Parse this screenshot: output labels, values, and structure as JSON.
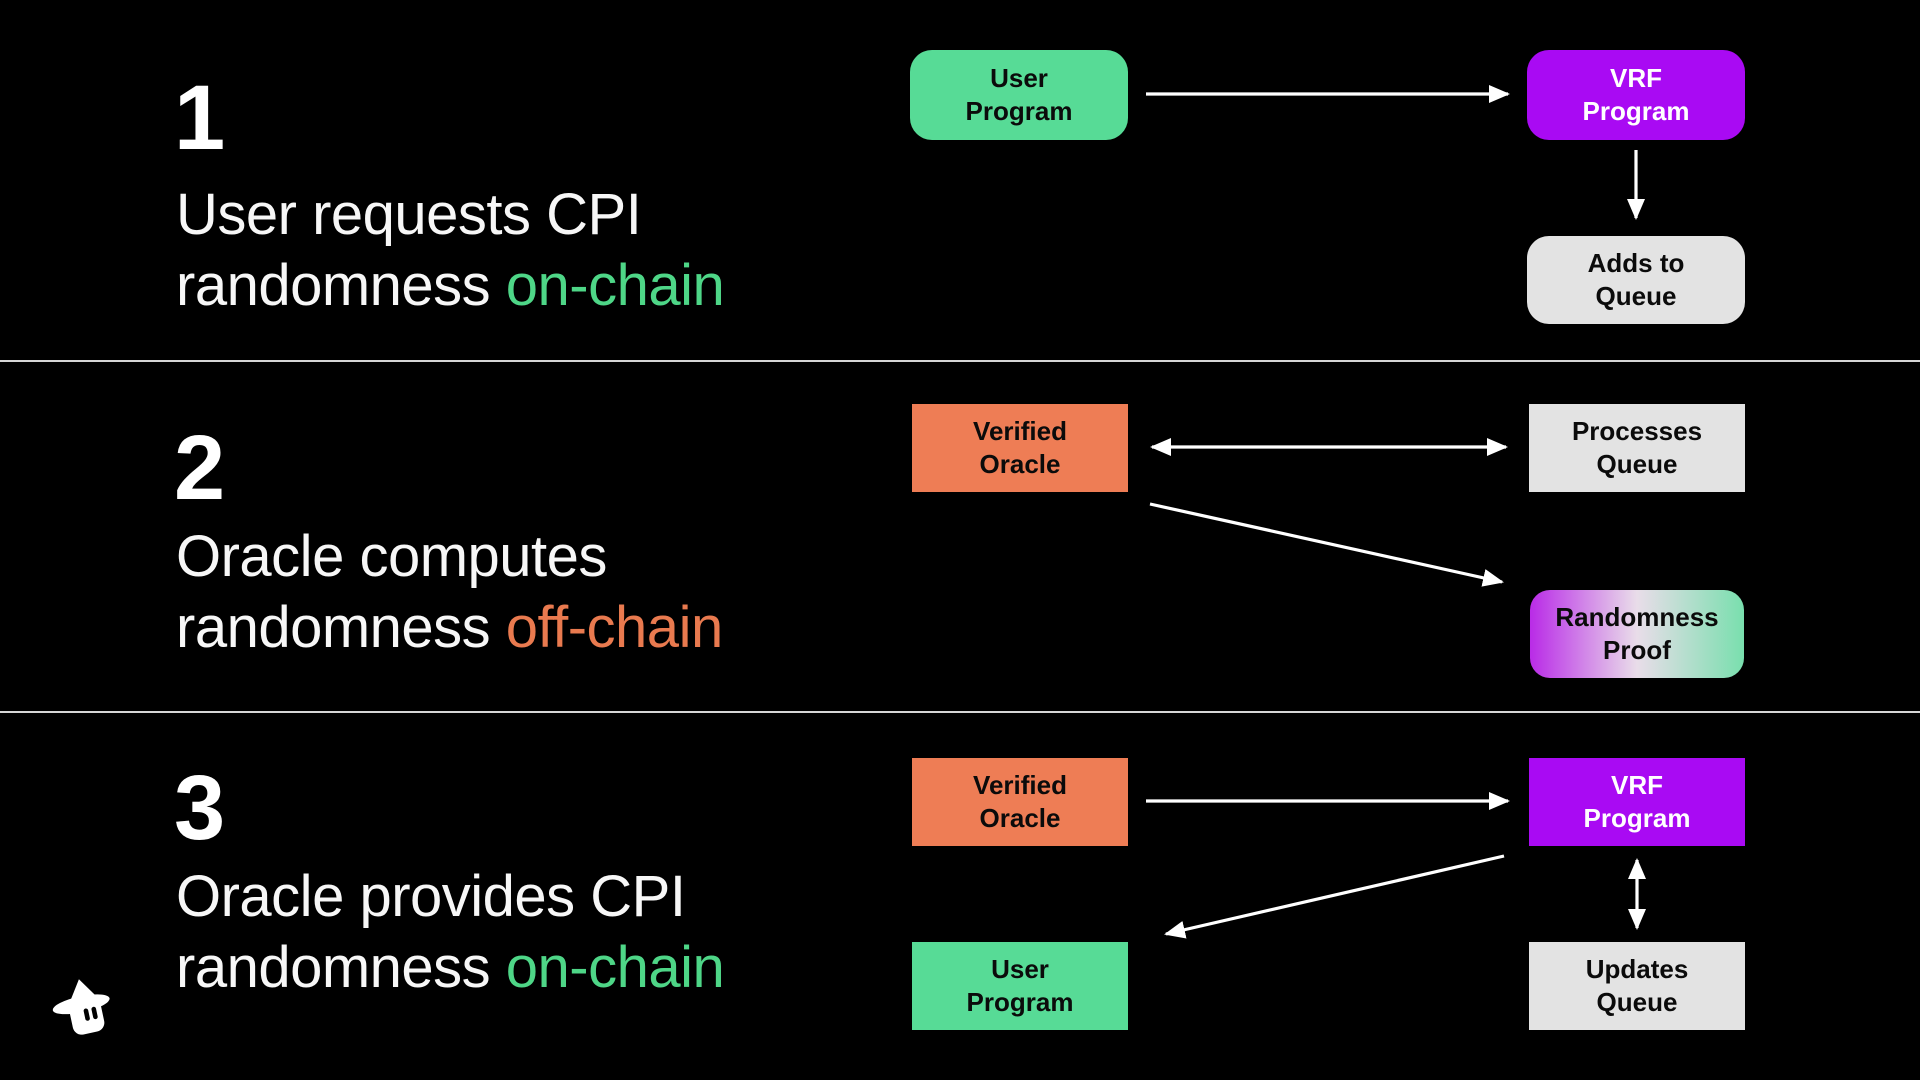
{
  "colors": {
    "background": "#000000",
    "divider": "#d6d6d6",
    "green": "#57db96",
    "purple": "#a90af3",
    "orange": "#ee7d55",
    "gray": "#e3e3e3",
    "gradient_left": "#b92be7",
    "gradient_mid": "#e9dde9",
    "gradient_right": "#79dfae",
    "highlight_green": "#4ed687",
    "highlight_orange": "#e97a4f",
    "arrow": "#ffffff"
  },
  "steps": [
    {
      "number": "1",
      "line1": "User requests CPI",
      "line2_prefix": "randomness ",
      "highlight": "on-chain",
      "highlight_color": "#4ed687"
    },
    {
      "number": "2",
      "line1": "Oracle computes",
      "line2_prefix": "randomness ",
      "highlight": "off-chain",
      "highlight_color": "#e97a4f"
    },
    {
      "number": "3",
      "line1": "Oracle provides CPI",
      "line2_prefix": "randomness ",
      "highlight": "on-chain",
      "highlight_color": "#4ed687"
    }
  ],
  "diagram": {
    "s1": {
      "user_program": "User\nProgram",
      "vrf_program": "VRF\nProgram",
      "adds_queue": "Adds to\nQueue"
    },
    "s2": {
      "verified_oracle": "Verified\nOracle",
      "processes_queue": "Processes\nQueue",
      "randomness_proof": "Randomness\nProof"
    },
    "s3": {
      "verified_oracle": "Verified\nOracle",
      "vrf_program": "VRF\nProgram",
      "user_program": "User\nProgram",
      "updates_queue": "Updates\nQueue"
    }
  },
  "icons": {
    "logo": "wizard-mascot-icon"
  }
}
